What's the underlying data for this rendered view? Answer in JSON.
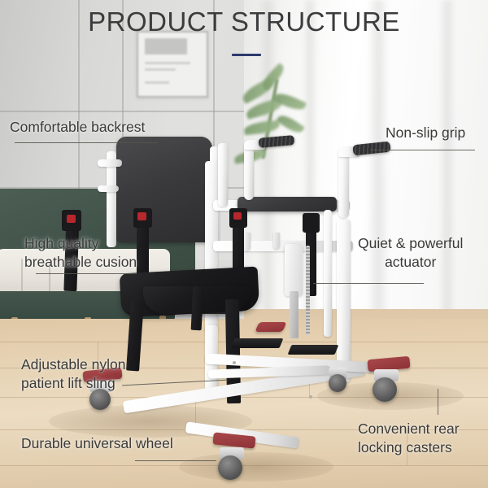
{
  "header": {
    "title": "PRODUCT STRUCTURE",
    "divider_color": "#2e3a6e",
    "title_color": "#3c3c3e"
  },
  "product": {
    "name": "patient transfer lift chair",
    "frame_color": "#ffffff",
    "pad_color": "#2d2d2f",
    "pedal_color": "#8e3338",
    "strap_color": "#141416"
  },
  "callouts": [
    {
      "id": "comfortable-backrest",
      "lines": [
        "Comfortable backrest"
      ],
      "align": "left"
    },
    {
      "id": "non-slip-grip",
      "lines": [
        "Non-slip grip"
      ],
      "align": "left"
    },
    {
      "id": "high-quality-breathable-cusion",
      "lines": [
        "High quality",
        "breathable cusion"
      ],
      "align": "left"
    },
    {
      "id": "quiet-powerful-actuator",
      "lines": [
        "Quiet & powerful",
        "actuator"
      ],
      "align": "center"
    },
    {
      "id": "adjustable-nylon-patient-lift-sling",
      "lines": [
        "Adjustable nylon",
        "patient lift sling"
      ],
      "align": "left"
    },
    {
      "id": "durable-universal-wheel",
      "lines": [
        "Durable universal wheel"
      ],
      "align": "left"
    },
    {
      "id": "convenient-rear-locking-casters",
      "lines": [
        "Convenient rear",
        "locking casters"
      ],
      "align": "left"
    }
  ],
  "scene": {
    "wall_color": "#d8d8d6",
    "sofa_color": "#415349",
    "cushion_color": "#e7e3dc",
    "floor_color": "#e6d2b3",
    "curtain_color": "#fafafa",
    "plant_color": "#7d9a6d"
  }
}
